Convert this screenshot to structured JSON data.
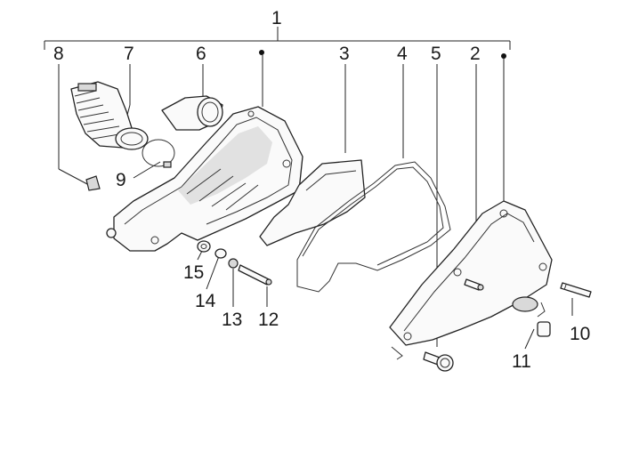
{
  "diagram": {
    "callouts": [
      {
        "id": "c1",
        "text": "1"
      },
      {
        "id": "c2",
        "text": "2"
      },
      {
        "id": "c3",
        "text": "3"
      },
      {
        "id": "c4",
        "text": "4"
      },
      {
        "id": "c5",
        "text": "5"
      },
      {
        "id": "c6",
        "text": "6"
      },
      {
        "id": "c7",
        "text": "7"
      },
      {
        "id": "c8",
        "text": "8"
      },
      {
        "id": "c9",
        "text": "9"
      },
      {
        "id": "c10",
        "text": "10"
      },
      {
        "id": "c11",
        "text": "11"
      },
      {
        "id": "c12",
        "text": "12"
      },
      {
        "id": "c13",
        "text": "13"
      },
      {
        "id": "c14",
        "text": "14"
      },
      {
        "id": "c15",
        "text": "15"
      }
    ],
    "colors": {
      "line": "#222222",
      "fill": "#fafafa",
      "shade": "#c8c8c8"
    }
  }
}
